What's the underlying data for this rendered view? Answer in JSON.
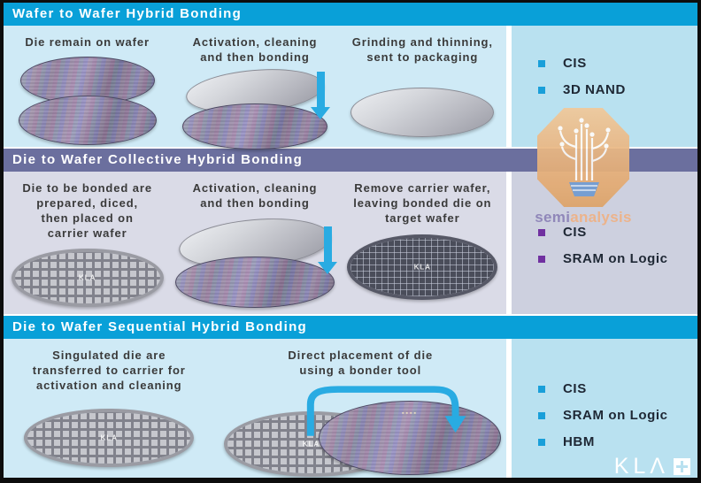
{
  "colors": {
    "header_blue": "#09a0d8",
    "header_purple": "#6b6f9e",
    "panel_blue": "#cfeaf6",
    "panel_blue_sidebar": "#b9e1f0",
    "panel_lavender": "#dadbe7",
    "panel_lavender_sidebar": "#cdd0df",
    "bullet_blue": "#199fd9",
    "bullet_purple": "#7030a0",
    "arrow_blue": "#29abe2",
    "semi_purple": "#8d84b8",
    "analysis_orange": "#eeb287"
  },
  "sections": [
    {
      "title": "Wafer to Wafer Hybrid Bonding",
      "steps": [
        "Die remain on wafer",
        "Activation, cleaning\nand then bonding",
        "Grinding and thinning,\nsent to packaging"
      ],
      "applications": [
        "CIS",
        "3D NAND"
      ]
    },
    {
      "title": "Die to Wafer Collective Hybrid Bonding",
      "steps": [
        "Die to be bonded are\nprepared, diced,\nthen placed on\ncarrier wafer",
        "Activation, cleaning\nand then bonding",
        "Remove carrier wafer,\nleaving bonded die on\ntarget wafer"
      ],
      "applications": [
        "CIS",
        "SRAM on Logic"
      ]
    },
    {
      "title": "Die to Wafer Sequential Hybrid Bonding",
      "steps": [
        "Singulated die are\ntransferred to carrier for\nactivation and cleaning",
        "Direct placement of die\nusing a bonder tool"
      ],
      "applications": [
        "CIS",
        "SRAM on Logic",
        "HBM"
      ]
    }
  ],
  "logos": {
    "semianalysis": {
      "semi": "semi",
      "analysis": "analysis"
    },
    "kla": {
      "text": "KLΛ"
    }
  },
  "wafer_marks": {
    "kla": "KLA",
    "pads": "▪▪▪▪"
  }
}
